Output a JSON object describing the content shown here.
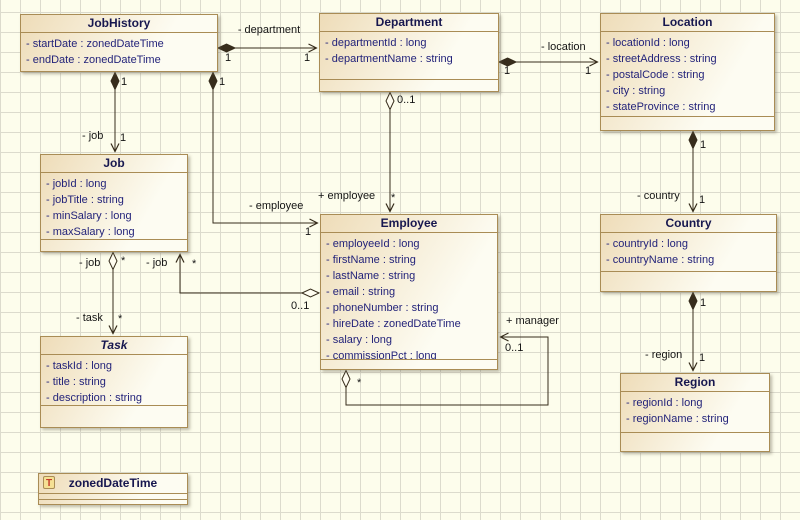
{
  "canvas": {
    "background": "#fdfdec",
    "grid_color": "#dcdbcd",
    "box_border": "#a98c55",
    "box_fill_from": "#eedcb8",
    "box_fill_to": "#fdfcf2",
    "title_color": "#17174f",
    "attribute_color": "#23237a",
    "line_color": "#372d1c"
  },
  "classes": [
    {
      "name": "JobHistory",
      "attrs": [
        "- startDate : zonedDateTime",
        "- endDate : zonedDateTime"
      ]
    },
    {
      "name": "Department",
      "attrs": [
        "- departmentId : long",
        "- departmentName : string"
      ]
    },
    {
      "name": "Location",
      "attrs": [
        "- locationId : long",
        "- streetAddress : string",
        "- postalCode : string",
        "- city : string",
        "- stateProvince : string"
      ]
    },
    {
      "name": "Job",
      "attrs": [
        "- jobId : long",
        "- jobTitle : string",
        "- minSalary : long",
        "- maxSalary : long"
      ]
    },
    {
      "name": "Employee",
      "attrs": [
        "- employeeId : long",
        "- firstName : string",
        "- lastName : string",
        "- email : string",
        "- phoneNumber : string",
        "- hireDate : zonedDateTime",
        "- salary : long",
        "- commissionPct : long"
      ]
    },
    {
      "name": "Country",
      "attrs": [
        "- countryId : long",
        "- countryName : string"
      ]
    },
    {
      "name": "Task",
      "attrs": [
        "- taskId : long",
        "- title : string",
        "- description : string"
      ]
    },
    {
      "name": "Region",
      "attrs": [
        "- regionId : long",
        "- regionName : string"
      ]
    }
  ],
  "datatype": {
    "name": "zonedDateTime",
    "icon": "T"
  },
  "edges": [
    {
      "id": "jobhistory-department",
      "label": "- department",
      "source_mult": "1",
      "target_mult": "1"
    },
    {
      "id": "jobhistory-job",
      "label": "- job",
      "source_mult": "1",
      "target_mult": "1"
    },
    {
      "id": "jobhistory-employee",
      "label": "- employee",
      "source_mult": "1",
      "target_mult": "1"
    },
    {
      "id": "department-location",
      "label": "- location",
      "source_mult": "1",
      "target_mult": "1"
    },
    {
      "id": "department-employee",
      "label": "+ employee",
      "source_mult": "0..1",
      "target_mult": "*"
    },
    {
      "id": "job-task",
      "label": "- task",
      "source_role": "- job",
      "source_mult": "*",
      "target_mult": "*"
    },
    {
      "id": "employee-job",
      "label": "- job",
      "source_mult": "0..1",
      "target_mult": "*"
    },
    {
      "id": "location-country",
      "label": "- country",
      "source_mult": "1",
      "target_mult": "1"
    },
    {
      "id": "country-region",
      "label": "- region",
      "source_mult": "1",
      "target_mult": "1"
    },
    {
      "id": "employee-manager",
      "label": "+ manager",
      "source_mult": "*",
      "target_mult": "0..1"
    }
  ]
}
